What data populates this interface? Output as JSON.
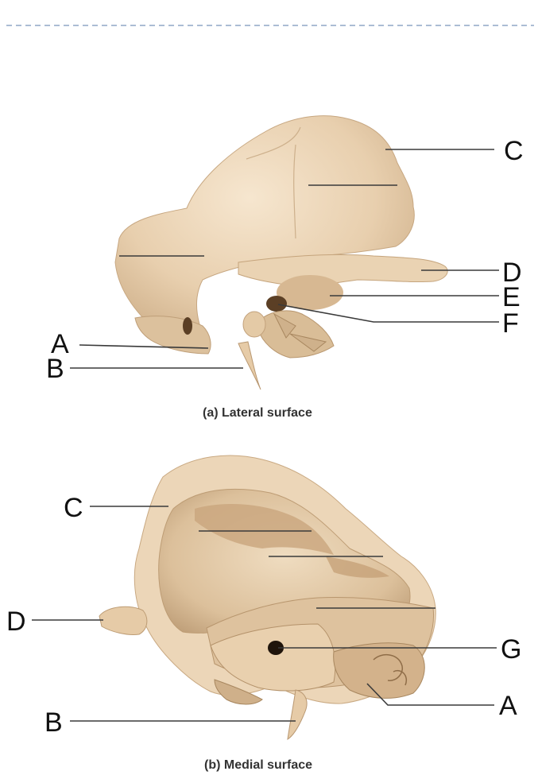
{
  "lateral": {
    "caption": "(a) Lateral surface",
    "labels": {
      "A": "A",
      "B": "B",
      "C": "C",
      "D": "D",
      "E": "E",
      "F": "F"
    }
  },
  "medial": {
    "caption": "(b) Medial surface",
    "labels": {
      "A": "A",
      "B": "B",
      "C": "C",
      "D": "D",
      "G": "G"
    }
  },
  "colors": {
    "bone": "#e9d2b4",
    "bone_shadow": "#c9ab86",
    "bone_dark": "#a8875f",
    "line": "#3a3a3a"
  }
}
